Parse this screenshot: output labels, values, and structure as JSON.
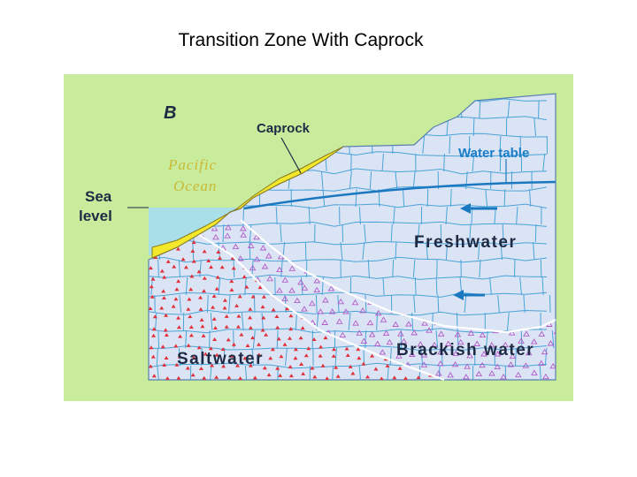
{
  "slide": {
    "title": "Transition Zone With Caprock"
  },
  "diagram": {
    "panel_letter": "B",
    "labels": {
      "caprock": "Caprock",
      "ocean_line1": "Pacific",
      "ocean_line2": "Ocean",
      "sea_level_line1": "Sea",
      "sea_level_line2": "level",
      "water_table": "Water table",
      "freshwater": "Freshwater",
      "brackish_water": "Brackish water",
      "saltwater": "Saltwater"
    },
    "colors": {
      "background": "#c9ec9c",
      "ocean": "#a9dfe9",
      "caprock": "#f3e82c",
      "rock": "#dbe4f4",
      "crack_lines": "#4aa3d8",
      "water_table_line": "#1a78c0",
      "saltwater_dots": "#e0303a",
      "brackish_triangles": "#b25ac8",
      "transition_boundary": "#ffffff",
      "label_blue": "#1a7ec6",
      "ocean_label": "#c9b934",
      "label_dark": "#1e2a44"
    }
  }
}
